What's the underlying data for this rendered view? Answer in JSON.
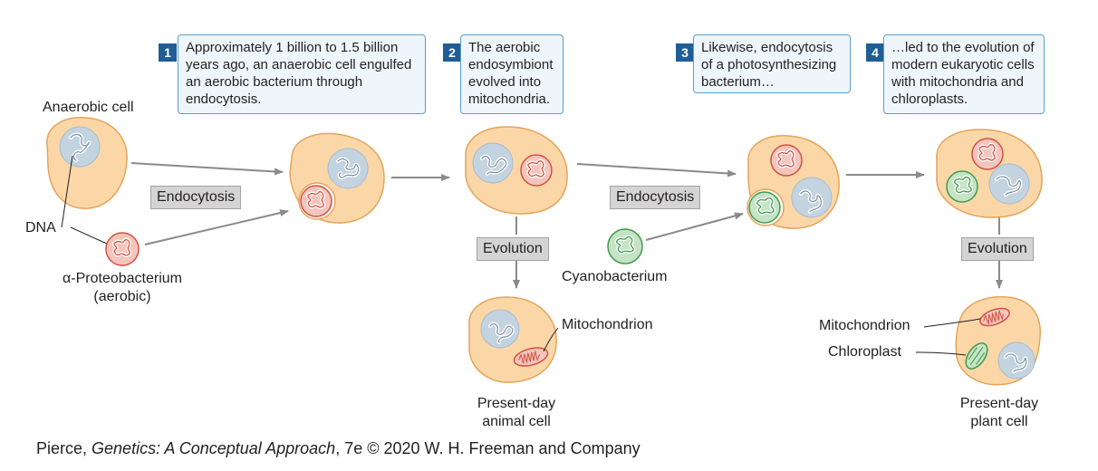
{
  "steps": [
    {
      "num": "1",
      "text": "Approximately 1 billion to 1.5 billion years ago, an anaerobic cell engulfed an aerobic bacterium through endocytosis."
    },
    {
      "num": "2",
      "text": "The aerobic endosymbiont evolved into mitochondria."
    },
    {
      "num": "3",
      "text": "Likewise, endocytosis of a photosynthesizing bacterium…"
    },
    {
      "num": "4",
      "text": "…led to the evolution of modern eukaryotic cells with mitochondria and chloroplasts."
    }
  ],
  "labels": {
    "anaerobic_cell": "Anaerobic cell",
    "dna": "DNA",
    "proteobacterium": "α-Proteobacterium",
    "aerobic": "(aerobic)",
    "endocytosis_1": "Endocytosis",
    "endocytosis_2": "Endocytosis",
    "evolution_1": "Evolution",
    "evolution_2": "Evolution",
    "cyanobacterium": "Cyanobacterium",
    "mitochondrion_1": "Mitochondrion",
    "mitochondrion_2": "Mitochondrion",
    "chloroplast": "Chloroplast",
    "present_day": "Present-day",
    "animal_cell": "animal cell",
    "plant_cell": "plant cell"
  },
  "credit": {
    "author": "Pierce, ",
    "title": "Genetics: A Conceptual Approach",
    "rest": ", 7e © 2020 W. H. Freeman and Company"
  },
  "colors": {
    "cell_fill": "#fbd7a8",
    "cell_stroke": "#e5a45a",
    "nucleus_fill": "#c4d3e0",
    "mito_fill": "#f3c5bd",
    "mito_stroke": "#d2503e",
    "chloro_fill": "#c6e3c6",
    "chloro_stroke": "#3f9a4b",
    "arrow": "#8a8a8a",
    "step_box": "#eef6fb",
    "step_num": "#1f5d96"
  }
}
